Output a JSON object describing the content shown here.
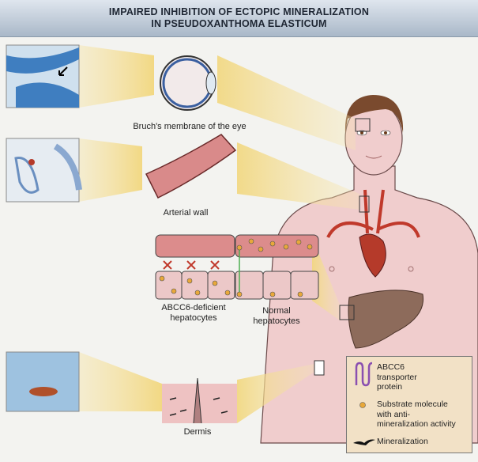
{
  "header": {
    "line1": "IMPAIRED INHIBITION OF ECTOPIC MINERALIZATION",
    "line2": "IN PSEUDOXANTHOMA ELASTICUM"
  },
  "labels": {
    "eye": "Bruch's membrane of the eye",
    "artery": "Arterial wall",
    "deficient_1": "ABCC6-deficient",
    "deficient_2": "hepatocytes",
    "normal_1": "Normal",
    "normal_2": "hepatocytes",
    "dermis": "Dermis"
  },
  "legend": {
    "transporter": [
      "ABCC6",
      "transporter",
      "protein"
    ],
    "substrate": [
      "Substrate molecule",
      "with anti-",
      "mineralization activity"
    ],
    "mineralization": "Mineralization"
  },
  "colors": {
    "beam": "#f0d27a",
    "skin": "#eec9c9",
    "liver": "#8a6a5a",
    "artery": "#d98a8a",
    "substrate": "#e8a83a",
    "transporter": "#8a4fb0",
    "legend_bg": "#f2e1c6"
  }
}
